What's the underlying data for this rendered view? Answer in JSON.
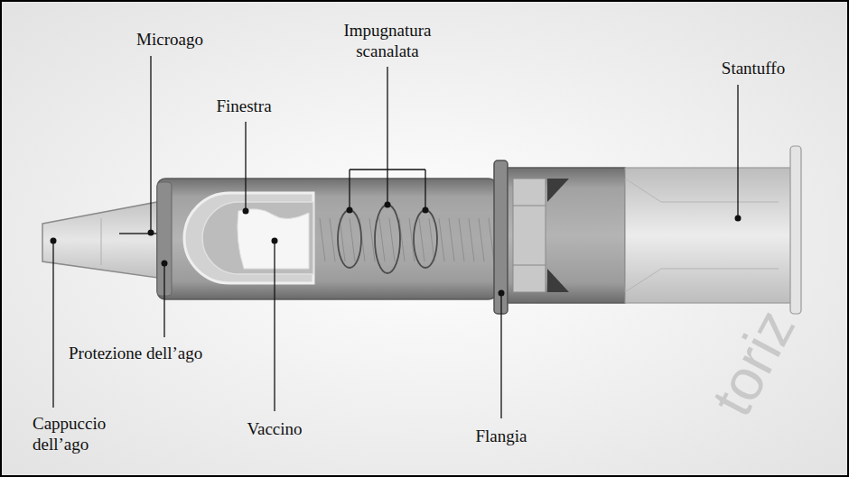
{
  "diagram": {
    "labels": [
      "Microago",
      "Impugnatura scanalata",
      "Stantuffo",
      "Finestra",
      "Protezione dell’ago",
      "Cappuccio dell’ago",
      "Vaccino",
      "Flangia",
      "toriz"
    ]
  }
}
